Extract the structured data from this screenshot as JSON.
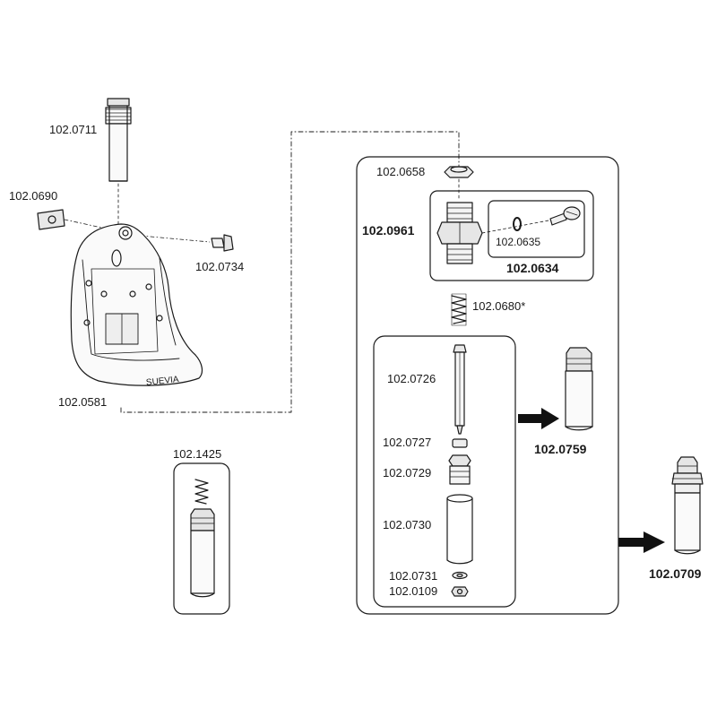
{
  "labels": {
    "p0711": "102.0711",
    "p0690": "102.0690",
    "p0734": "102.0734",
    "p0581": "102.0581",
    "p1425": "102.1425",
    "p0658": "102.0658",
    "p0961": "102.0961",
    "p0635": "102.0635",
    "p0634": "102.0634",
    "p0680": "102.0680*",
    "p0726": "102.0726",
    "p0727": "102.0727",
    "p0729": "102.0729",
    "p0730": "102.0730",
    "p0731": "102.0731",
    "p0109": "102.0109",
    "p0759": "102.0759",
    "p0709": "102.0709",
    "brand": "SUEVIA"
  },
  "colors": {
    "line": "#1a1a1a",
    "fill_light": "#f2f2f2",
    "fill_mid": "#d9d9d9",
    "arrow": "#111111"
  }
}
